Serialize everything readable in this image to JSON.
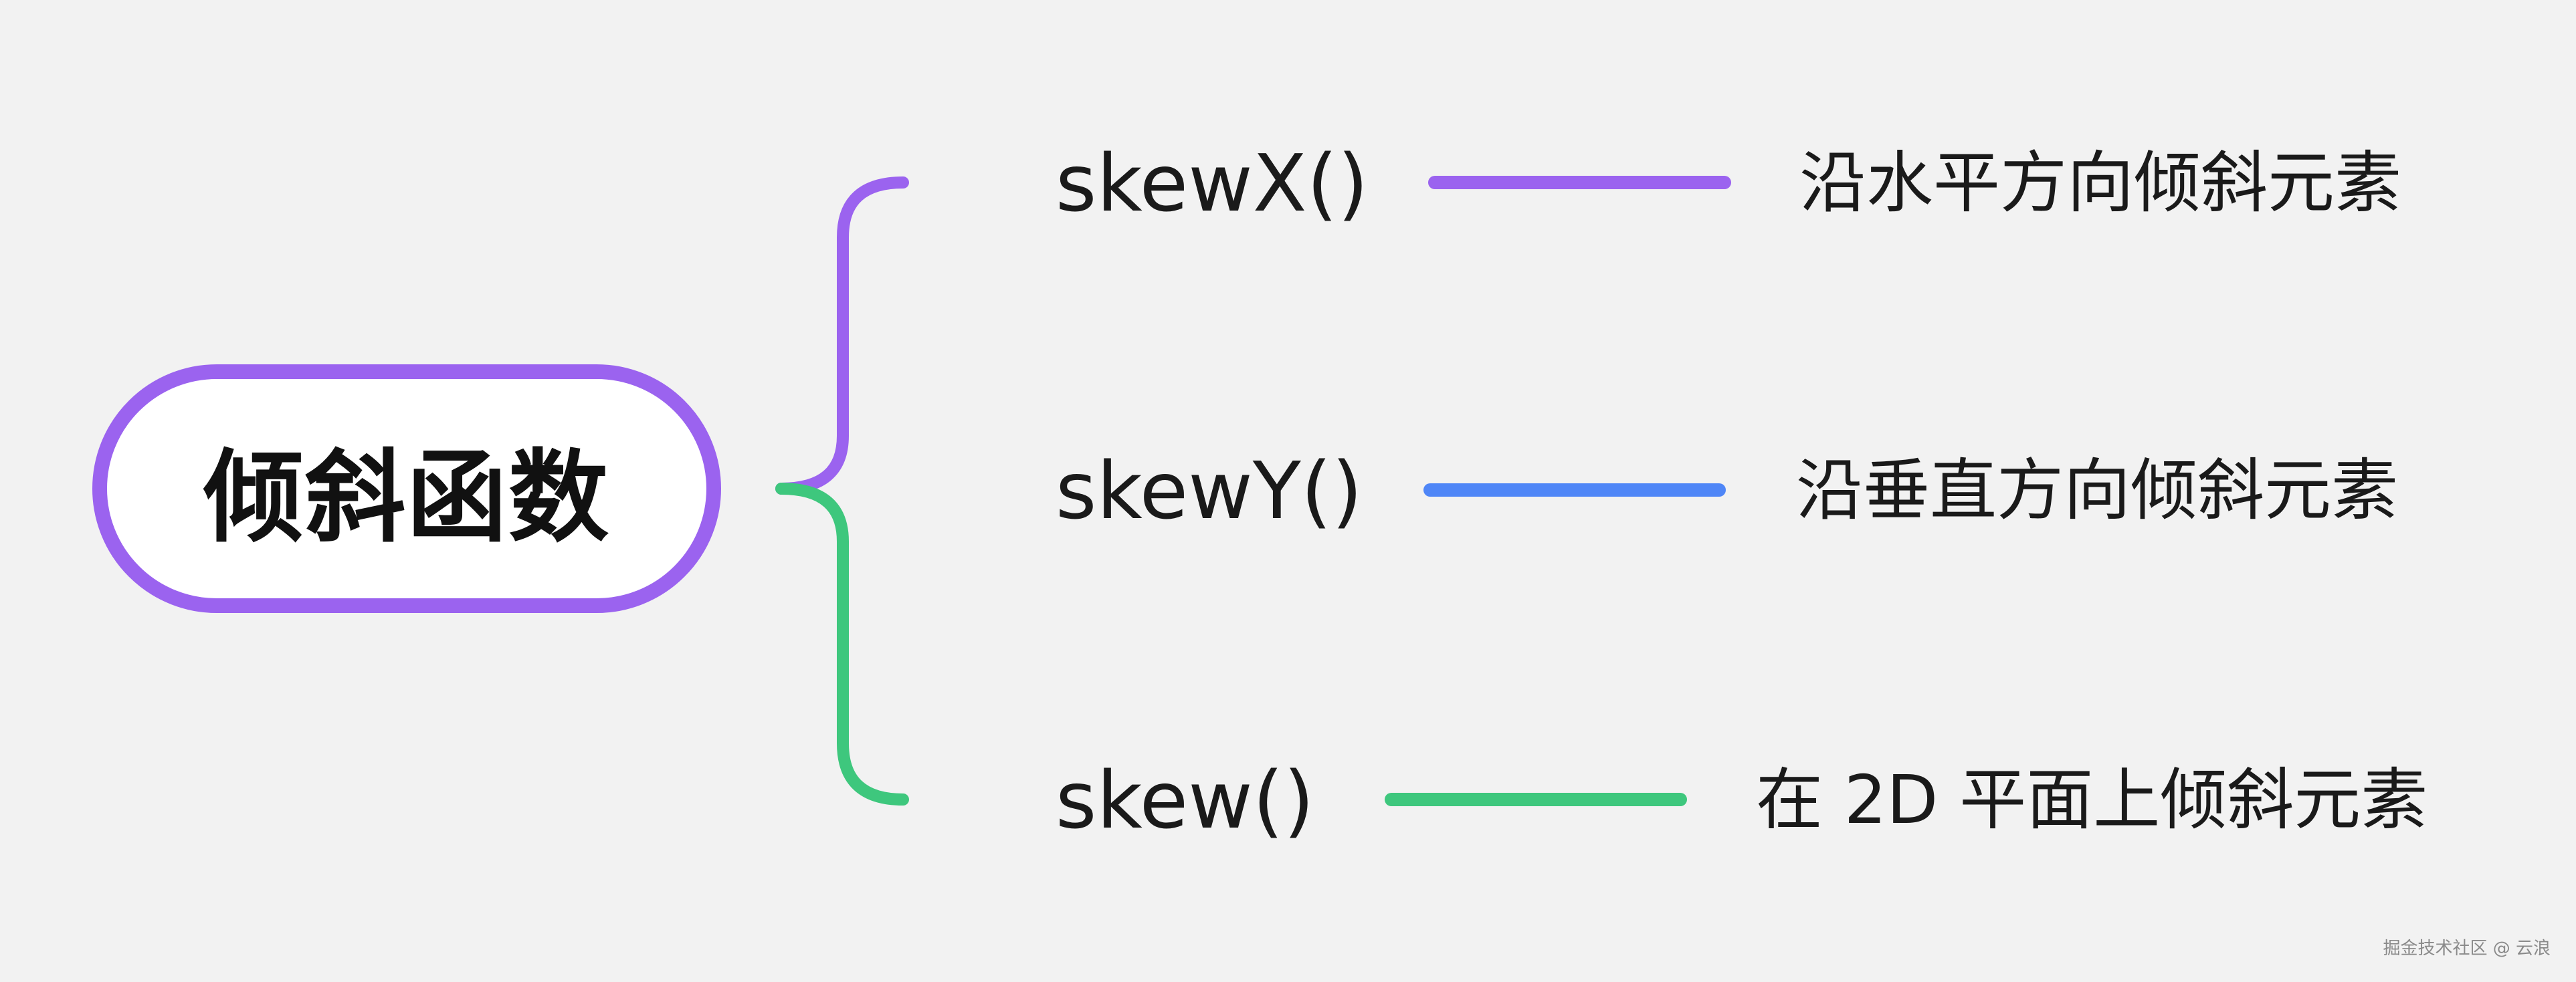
{
  "root": {
    "label": "倾斜函数",
    "border_color": "#9b63ef"
  },
  "branches": [
    {
      "function": "skewX()",
      "description": "沿水平方向倾斜元素",
      "color": "#9b63ef"
    },
    {
      "function": "skewY()",
      "description": "沿垂直方向倾斜元素",
      "color": "#4f86f7"
    },
    {
      "function": "skew()",
      "description": "在 2D 平面上倾斜元素",
      "color": "#3ec77d"
    }
  ],
  "colors": {
    "background": "#f2f2f2",
    "text": "#1a1a1a"
  },
  "watermark": "掘金技术社区 @ 云浪"
}
